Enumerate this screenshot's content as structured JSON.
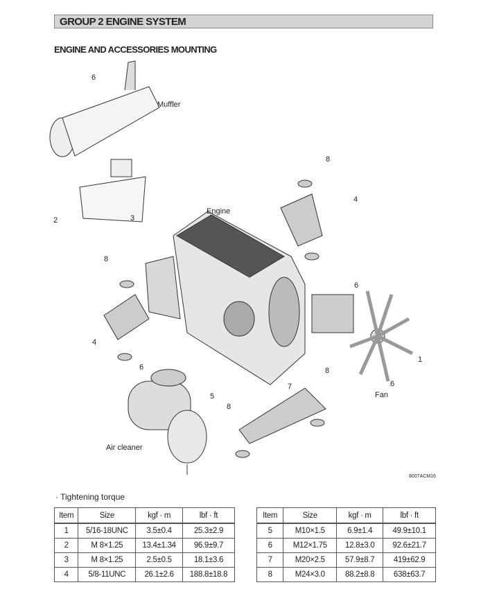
{
  "header": {
    "group_title": "GROUP  2  ENGINE SYSTEM",
    "section_title": "ENGINE  AND ACCESSORIES MOUNTING"
  },
  "diagram": {
    "labels": {
      "muffler": "Muffler",
      "engine": "Engine",
      "fan": "Fan",
      "air_cleaner": "Air cleaner"
    },
    "callouts": [
      "6",
      "8",
      "4",
      "2",
      "3",
      "8",
      "6",
      "4",
      "1",
      "6",
      "6",
      "8",
      "7",
      "5",
      "8"
    ],
    "figure_code": "8007ACM16"
  },
  "torque": {
    "title": "· Tightening torque",
    "headers": [
      "Item",
      "Size",
      "kgf · m",
      "lbf · ft"
    ],
    "left_rows": [
      [
        "1",
        "5/16-18UNC",
        "3.5±0.4",
        "25.3±2.9"
      ],
      [
        "2",
        "M  8×1.25",
        "13.4±1.34",
        "96.9±9.7"
      ],
      [
        "3",
        "M  8×1.25",
        "2.5±0.5",
        "18.1±3.6"
      ],
      [
        "4",
        "5/8-11UNC",
        "26.1±2.6",
        "188.8±18.8"
      ]
    ],
    "right_rows": [
      [
        "5",
        "M10×1.5",
        "6.9±1.4",
        "49.9±10.1"
      ],
      [
        "6",
        "M12×1.75",
        "12.8±3.0",
        "92.6±21.7"
      ],
      [
        "7",
        "M20×2.5",
        "57.9±8.7",
        "419±62.9"
      ],
      [
        "8",
        "M24×3.0",
        "88.2±8.8",
        "638±63.7"
      ]
    ]
  }
}
